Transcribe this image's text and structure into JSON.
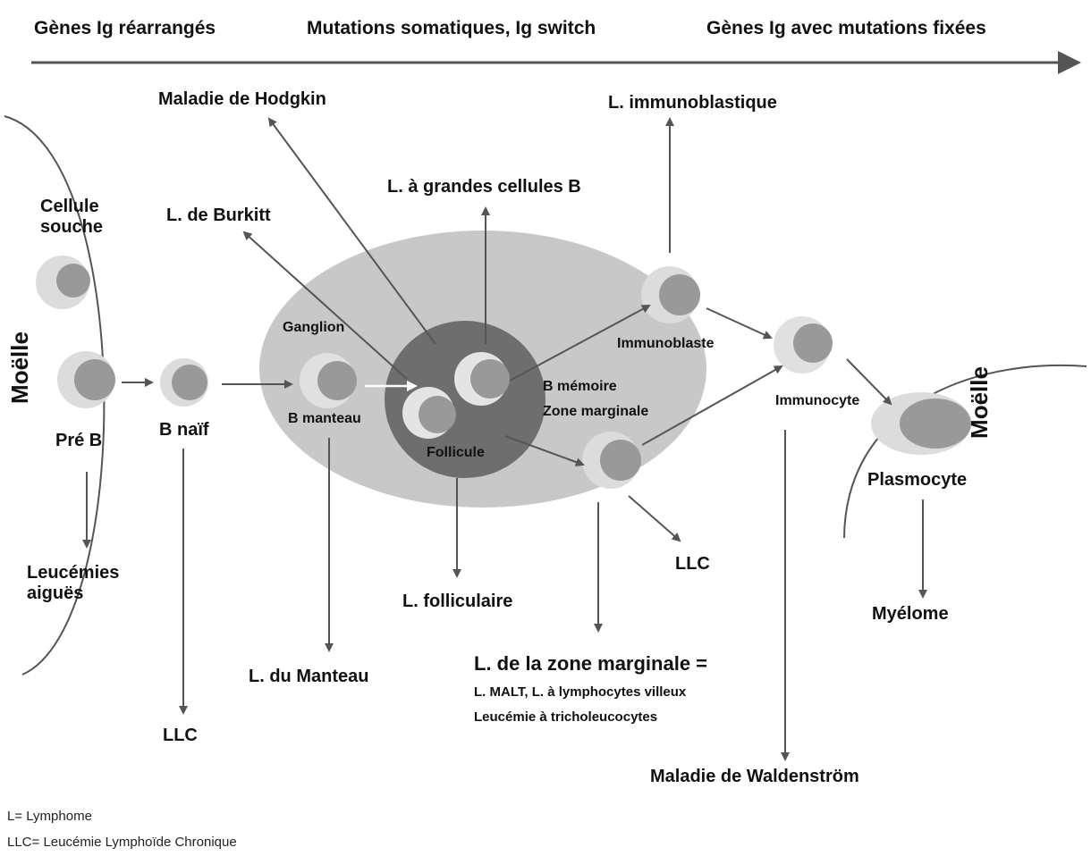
{
  "header": {
    "stage1": "Gènes Ig réarrangés",
    "stage2": "Mutations somatiques, Ig switch",
    "stage3": "Gènes Ig avec mutations fixées"
  },
  "compartments": {
    "bone_marrow_left": "Moëlle",
    "bone_marrow_right": "Moëlle",
    "lymph_node": "Ganglion",
    "follicle": "Follicule"
  },
  "cells": {
    "stem_cell": "Cellule souche",
    "pre_b": "Pré B",
    "naive_b": "B naïf",
    "mantle_b": "B manteau",
    "memory_b": "B mémoire",
    "marginal_zone": "Zone marginale",
    "immunoblast": "Immunoblaste",
    "immunocyte": "Immunocyte",
    "plasmocyte": "Plasmocyte"
  },
  "diseases": {
    "hodgkin": "Maladie de Hodgkin",
    "immunoblastic": "L. immunoblastique",
    "large_b_cell": "L. à grandes cellules B",
    "burkitt": "L. de Burkitt",
    "acute_leukemias": "Leucémies aiguës",
    "llc_naive": "LLC",
    "mantle": "L. du Manteau",
    "follicular": "L. folliculaire",
    "llc_marginal": "LLC",
    "marginal_zone_line1": "L. de la zone marginale =",
    "marginal_zone_line2": "L. MALT, L. à lymphocytes villeux",
    "marginal_zone_line3": "Leucémie à tricholeucocytes",
    "waldenstrom": "Maladie de Waldenström",
    "myeloma": "Myélome"
  },
  "legend": {
    "l": "L= Lymphome",
    "llc": "LLC= Leucémie Lymphoïde Chronique"
  },
  "colors": {
    "node_fill": "#c8c8c8",
    "follicle_fill": "#6e6e6e",
    "cell_outer": "#dcdcdc",
    "cell_nucleus": "#999999",
    "arrow": "#555555",
    "text": "#111111"
  }
}
